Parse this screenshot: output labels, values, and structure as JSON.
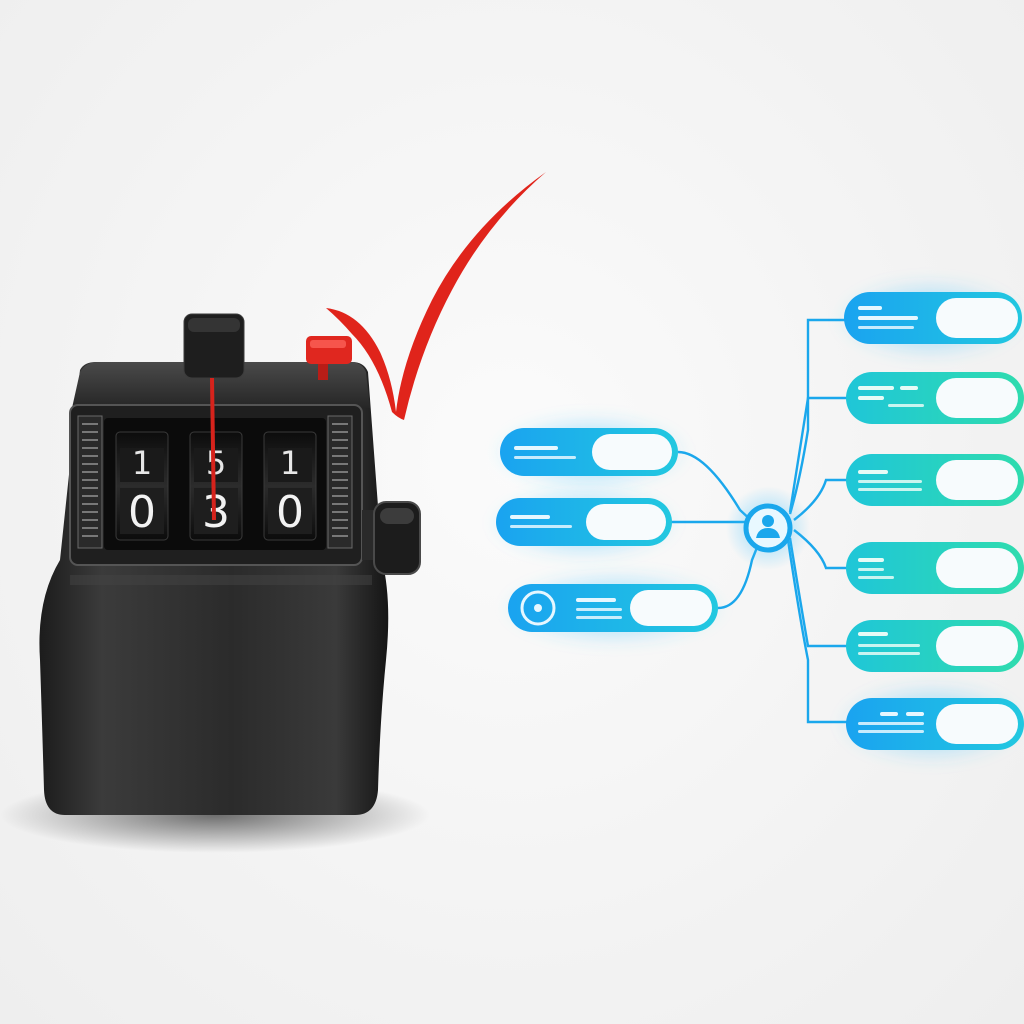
{
  "counter": {
    "digits": [
      "0",
      "3",
      "0"
    ],
    "next_digits": [
      "1",
      "5",
      "1"
    ],
    "colors": {
      "body": "#2a2a2a",
      "tick": "#e0241b",
      "lever": "#d6231c"
    }
  },
  "flow": {
    "accent_blue": "#1aa7ec",
    "accent_teal": "#2ad9b8",
    "hub_icon": "person-icon",
    "left_nodes": 3,
    "right_nodes": 6
  }
}
